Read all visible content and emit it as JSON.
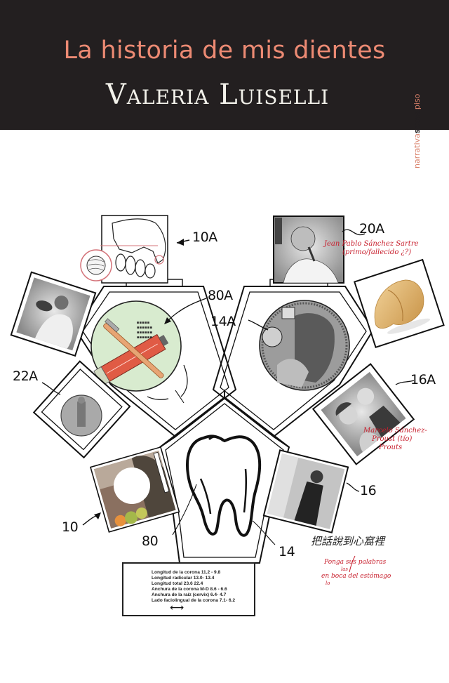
{
  "cover": {
    "title": "La historia de mis dientes",
    "author": "Valeria Luiselli",
    "publisher": {
      "part1": "narrativa",
      "part2": "sexto",
      "part3": "piso"
    },
    "colors": {
      "header_bg": "#231f20",
      "title": "#ec8a73",
      "author": "#f2f1ea",
      "annotation": "#c8202e",
      "background": "#ffffff"
    }
  },
  "diagram": {
    "reference_labels": {
      "l10A": "10A",
      "l20A": "20A",
      "l80A": "80A",
      "l14A": "14A",
      "l22A": "22A",
      "l16A": "16A",
      "l10": "10",
      "l80": "80",
      "l14": "14",
      "l16": "16"
    },
    "panels": [
      {
        "id": "10A",
        "content": "hand-illustration"
      },
      {
        "id": "20A",
        "content": "portrait-photo"
      },
      {
        "id": "80A",
        "content": "toothbrush-toothpaste-crossed"
      },
      {
        "id": "14A",
        "content": "engraving-medallion"
      },
      {
        "id": "22A",
        "content": "statue-medallion"
      },
      {
        "id": "16A",
        "content": "two-children-photo"
      },
      {
        "id": "10",
        "content": "man-photo-face-obscured"
      },
      {
        "id": "80",
        "content": "tooth-drawing"
      },
      {
        "id": "16",
        "content": "man-standing-photo"
      },
      {
        "id": "left-photo",
        "content": "child-with-dog-photo"
      },
      {
        "id": "right-photo",
        "content": "fortune-cookie"
      }
    ],
    "annotations": {
      "a20A_line1": "Jean Pablo Sánchez Sartre",
      "a20A_line2": "(primo/fallecido ¿?)",
      "a16A_line1": "Marcelo Sánchez-",
      "a16A_line2": "Proust (tío)",
      "a16A_line3": "Prouts",
      "chinese_text": "把話說到心窩裡",
      "note_line1": "Ponga sus palabras",
      "note_line2": "las",
      "note_line3": "en boca del estómago",
      "note_line4": "lo"
    },
    "spec_box": {
      "lines": [
        "Longitud de la corona 11.2 - 9.8",
        "Longitud radicular 13.0- 13.4",
        "Longitud total 23.6 22.4",
        "Anchura de la corona M-D 8.6 - 6.6",
        "Anchura de la raíz (cervix) 6.4- 4.7",
        "Lado faciolingual de la corona 7.1- 6.2"
      ],
      "arrow": "⟷"
    }
  }
}
